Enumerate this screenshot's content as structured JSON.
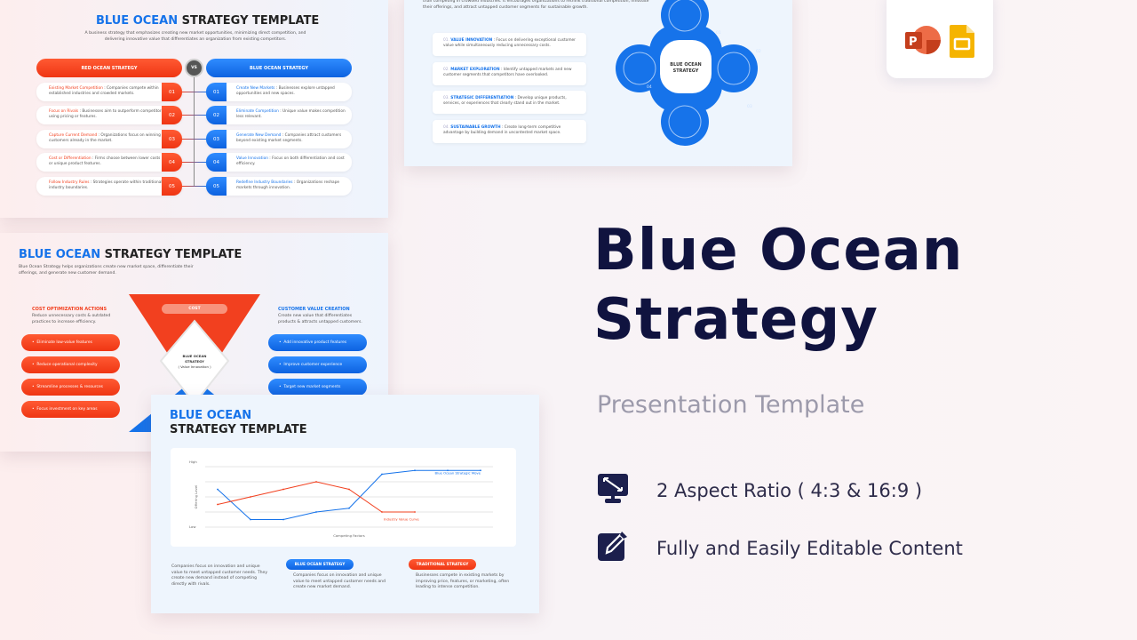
{
  "hero": {
    "title_line1": "Blue Ocean",
    "title_line2": "Strategy",
    "subtitle": "Presentation Template",
    "features": [
      {
        "icon": "monitor-resize-icon",
        "label": "2 Aspect Ratio ( 4:3 & 16:9 )"
      },
      {
        "icon": "edit-pencil-icon",
        "label": "Fully and Easily Editable Content"
      }
    ]
  },
  "apps": [
    {
      "icon": "powerpoint-icon",
      "color": "#d04423"
    },
    {
      "icon": "google-slides-icon",
      "color": "#f5b400"
    }
  ],
  "colors": {
    "blue": "#1673ea",
    "red": "#f2401f",
    "navy": "#10133f"
  },
  "slide1": {
    "title_blue": "BLUE OCEAN",
    "title_dark": "STRATEGY TEMPLATE",
    "subtitle": "A business strategy that emphasizes creating new market opportunities, minimizing direct competition, and delivering innovative value that differentiates an organization from existing competitors.",
    "red_header": "RED OCEAN STRATEGY",
    "vs": "VS",
    "blue_header": "BLUE OCEAN STRATEGY",
    "red_items": [
      {
        "num": "01",
        "title": "Existing Market Competition",
        "text": "Companies compete within established industries and crowded markets."
      },
      {
        "num": "02",
        "title": "Focus on Rivals",
        "text": "Businesses aim to outperform competitors using pricing or features."
      },
      {
        "num": "03",
        "title": "Capture Current Demand",
        "text": "Organizations focus on winning customers already in the market."
      },
      {
        "num": "04",
        "title": "Cost or Differentiation",
        "text": "Firms choose between lower costs or unique product features."
      },
      {
        "num": "05",
        "title": "Follow Industry Rules",
        "text": "Strategies operate within traditional industry boundaries."
      }
    ],
    "blue_items": [
      {
        "num": "01",
        "title": "Create New Markets",
        "text": "Businesses explore untapped opportunities and new spaces."
      },
      {
        "num": "02",
        "title": "Eliminate Competition",
        "text": "Unique value makes competition less relevant."
      },
      {
        "num": "03",
        "title": "Generate New Demand",
        "text": "Companies attract customers beyond existing market segments."
      },
      {
        "num": "04",
        "title": "Value Innovation",
        "text": "Focus on both differentiation and cost efficiency."
      },
      {
        "num": "05",
        "title": "Redefine Industry Boundaries",
        "text": "Organizations reshape markets through innovation."
      }
    ]
  },
  "slide2": {
    "intro": "than competing in crowded industries. It encourages organizations to rethink traditional competition, innovate their offerings, and attract untapped customer segments for sustainable growth.",
    "items": [
      {
        "num": "01.",
        "title": "VALUE INNOVATION",
        "text": "Focus on delivering exceptional customer value while simultaneously reducing unnecessary costs."
      },
      {
        "num": "02.",
        "title": "MARKET EXPLORATION",
        "text": "Identify untapped markets and new customer segments that competitors have overlooked."
      },
      {
        "num": "03.",
        "title": "STRATEGIC DIFFERENTIATION",
        "text": "Develop unique products, services, or experiences that clearly stand out in the market."
      },
      {
        "num": "04.",
        "title": "SUSTAINABLE GROWTH",
        "text": "Create long-term competitive advantage by building demand in uncontested market space."
      }
    ],
    "center_line1": "BLUE OCEAN",
    "center_line2": "STRATEGY",
    "petals": [
      "01",
      "02",
      "03",
      "04"
    ]
  },
  "slide3": {
    "title_blue": "BLUE OCEAN",
    "title_dark": "STRATEGY TEMPLATE",
    "subtitle": "Blue Ocean Strategy helps organizations create new market space, differentiate their offerings, and generate new customer demand.",
    "left_heading": "COST OPTIMIZATION ACTIONS",
    "left_text": "Reduce unnecessary costs & outdated practices to increase efficiency.",
    "left_items": [
      "Eliminate low-value features",
      "Reduce operational complexity",
      "Streamline processes & resources",
      "Focus investment on key areas"
    ],
    "right_heading": "CUSTOMER VALUE CREATION",
    "right_text": "Create new value that differentiates products & attracts untapped customers.",
    "right_items": [
      "Add innovative product features",
      "Improve customer experience",
      "Target new market segments"
    ],
    "cost_label": "COST",
    "center_line1": "BLUE OCEAN",
    "center_line2": "STRATEGY",
    "center_line3": "( Value Innovation )"
  },
  "slide4": {
    "title_blue": "BLUE OCEAN",
    "title_dark": "STRATEGY TEMPLATE",
    "left_text": "Companies focus on innovation and unique value to meet untapped customer needs. They create new demand instead of competing directly with rivals.",
    "blue_label": "BLUE OCEAN STRATEGY",
    "blue_text": "Companies focus on innovation and unique value to meet untapped customer needs and create new market demand.",
    "red_label": "TRADITIONAL STRATEGY",
    "red_text": "Businesses compete in existing markets by improving price, features, or marketing, often leading to intense competition."
  },
  "chart_data": {
    "type": "line",
    "xlabel": "Competing Factors",
    "ylabel": "Offering Level",
    "y_tick_labels": [
      "Low",
      "High"
    ],
    "ylim": [
      0,
      4
    ],
    "grid": true,
    "series": [
      {
        "name": "Blue Ocean Strategic Move",
        "color": "#1673ea",
        "values": [
          2.5,
          0.5,
          0.5,
          1,
          1.25,
          3.5,
          3.75,
          3.75,
          3.75
        ]
      },
      {
        "name": "Industry Value Curve",
        "color": "#f2401f",
        "values": [
          1.5,
          2,
          2.5,
          3,
          2.5,
          1,
          1
        ]
      }
    ]
  }
}
